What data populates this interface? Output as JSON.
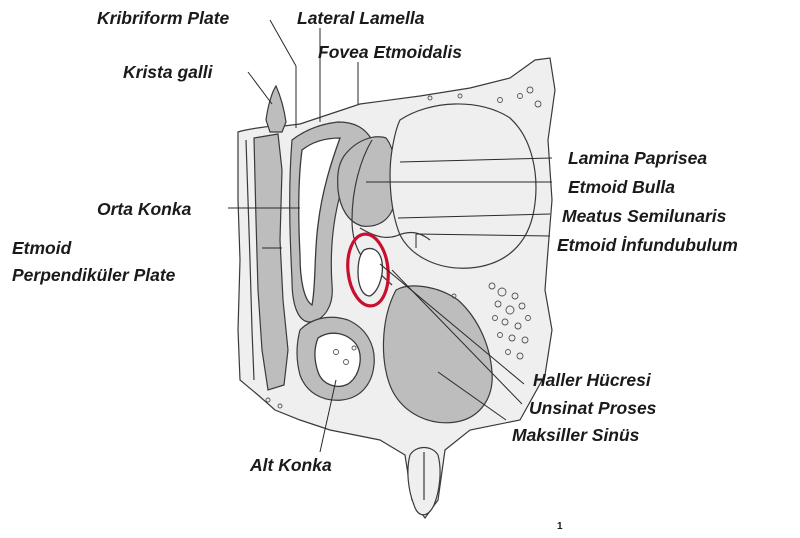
{
  "labels": {
    "kribriform_plate": "Kribriform Plate",
    "lateral_lamella": "Lateral Lamella",
    "fovea_etmoidalis": "Fovea Etmoidalis",
    "krista_galli": "Krista galli",
    "lamina_paprisea": "Lamina Paprisea",
    "etmoid_bulla": "Etmoid Bulla",
    "orta_konka": "Orta Konka",
    "meatus_semilunaris": "Meatus Semilunaris",
    "etmoid_infundibulum": "Etmoid İnfundubulum",
    "etmoid_perp_line1": "Etmoid",
    "etmoid_perp_line2": "Perpendiküler Plate",
    "haller_hucresi": "Haller Hücresi",
    "unsinat_proses": "Unsinat Proses",
    "maksiller_sinus": "Maksiller Sinüs",
    "alt_konka": "Alt Konka"
  },
  "stray_mark": "1",
  "colors": {
    "highlight": "#c8102e",
    "bone": "#dcdcdc",
    "outline": "#3a3a3a"
  }
}
